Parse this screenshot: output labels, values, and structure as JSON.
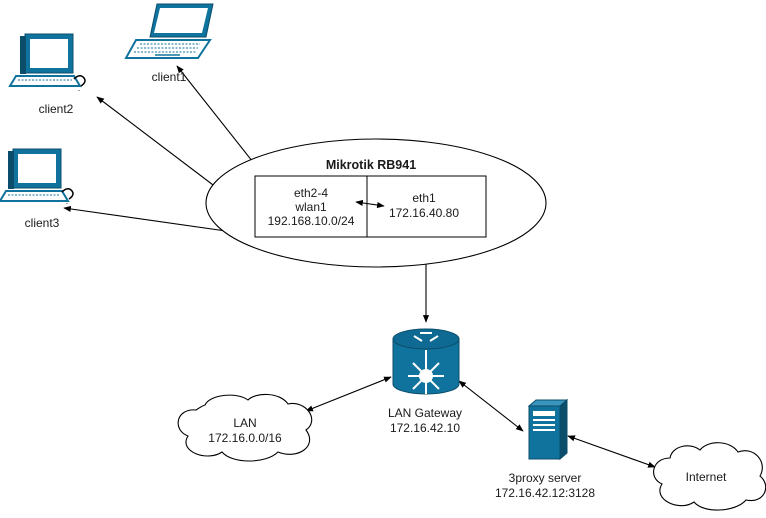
{
  "router": {
    "title": "Mikrotik RB941",
    "lan_side": {
      "line1": "eth2-4",
      "line2": "wlan1",
      "line3": "192.168.10.0/24"
    },
    "wan_side": {
      "line1": "eth1",
      "line2": "172.16.40.80"
    }
  },
  "clients": [
    {
      "label": "client1"
    },
    {
      "label": "client2"
    },
    {
      "label": "client3"
    }
  ],
  "gateway": {
    "line1": "LAN Gateway",
    "line2": "172.16.42.10"
  },
  "lan_cloud": {
    "line1": "LAN",
    "line2": "172.16.0.0/16"
  },
  "proxy": {
    "line1": "3proxy server",
    "line2": "172.16.42.12:3128"
  },
  "internet": {
    "label": "Internet"
  },
  "colors": {
    "device_blue": "#10739e",
    "device_dark": "#0b4d6a"
  },
  "icons": {
    "client1": "laptop-icon",
    "client2": "pc-icon",
    "client3": "pc-icon",
    "gateway": "router-icon",
    "proxy": "server-icon",
    "lan": "cloud-icon",
    "internet": "cloud-icon"
  }
}
